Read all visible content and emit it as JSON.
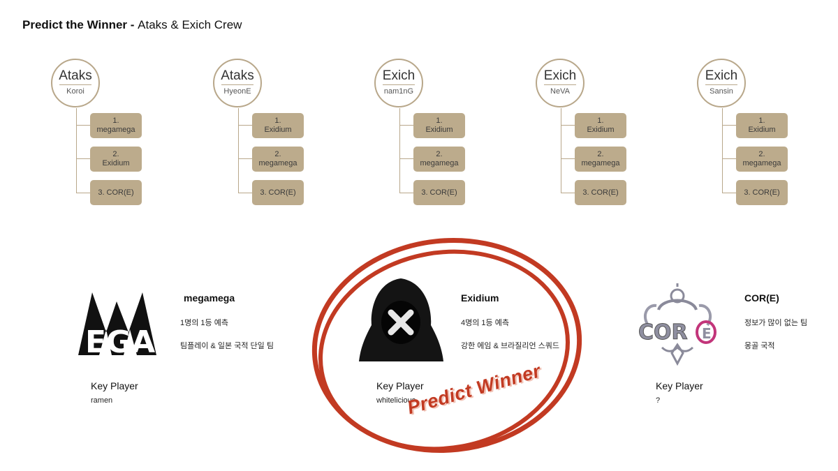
{
  "header": {
    "title_main": "Predict the Winner - ",
    "title_sub": "Ataks & Exich Crew"
  },
  "predictors": [
    {
      "crew": "Ataks",
      "name": "Koroi",
      "picks": [
        "1.\nmegamega",
        "2.\nExidium",
        "3. COR(E)"
      ]
    },
    {
      "crew": "Ataks",
      "name": "HyeonE",
      "picks": [
        "1.\nExidium",
        "2.\nmegamega",
        "3. COR(E)"
      ]
    },
    {
      "crew": "Exich",
      "name": "nam1nG",
      "picks": [
        "1.\nExidium",
        "2.\nmegamega",
        "3. COR(E)"
      ]
    },
    {
      "crew": "Exich",
      "name": "NeVA",
      "picks": [
        "1.\nExidium",
        "2.\nmegamega",
        "3. COR(E)"
      ]
    },
    {
      "crew": "Exich",
      "name": "Sansin",
      "picks": [
        "1.\nExidium",
        "2.\nmegamega",
        "3. COR(E)"
      ]
    }
  ],
  "teams": [
    {
      "logo_icon": "mega-logo-icon",
      "logo_text": "MEGA",
      "name": "megamega",
      "desc1": "1명의 1등 예측",
      "desc2": "팀플레이 & 일본 국적 단일 팀",
      "kp_label": "Key Player",
      "kp_value": "ramen"
    },
    {
      "logo_icon": "hooded-figure-icon",
      "name": "Exidium",
      "desc1": "4명의 1등 예측",
      "desc2": "강한 에임 & 브라질리언 스쿼드",
      "kp_label": "Key Player",
      "kp_value": "whitelicious"
    },
    {
      "logo_icon": "core-logo-icon",
      "logo_text": "COR(E)",
      "name": "COR(E)",
      "desc1": "정보가 많이 없는 팀",
      "desc2": "몽골 국적",
      "kp_label": "Key Player",
      "kp_value": "?"
    }
  ],
  "winner": {
    "stamp": "Predict Winner",
    "ring_color": "#c23a22"
  },
  "colors": {
    "box": "#bcab8c",
    "line": "#b8a78a",
    "accent": "#c23a22"
  }
}
